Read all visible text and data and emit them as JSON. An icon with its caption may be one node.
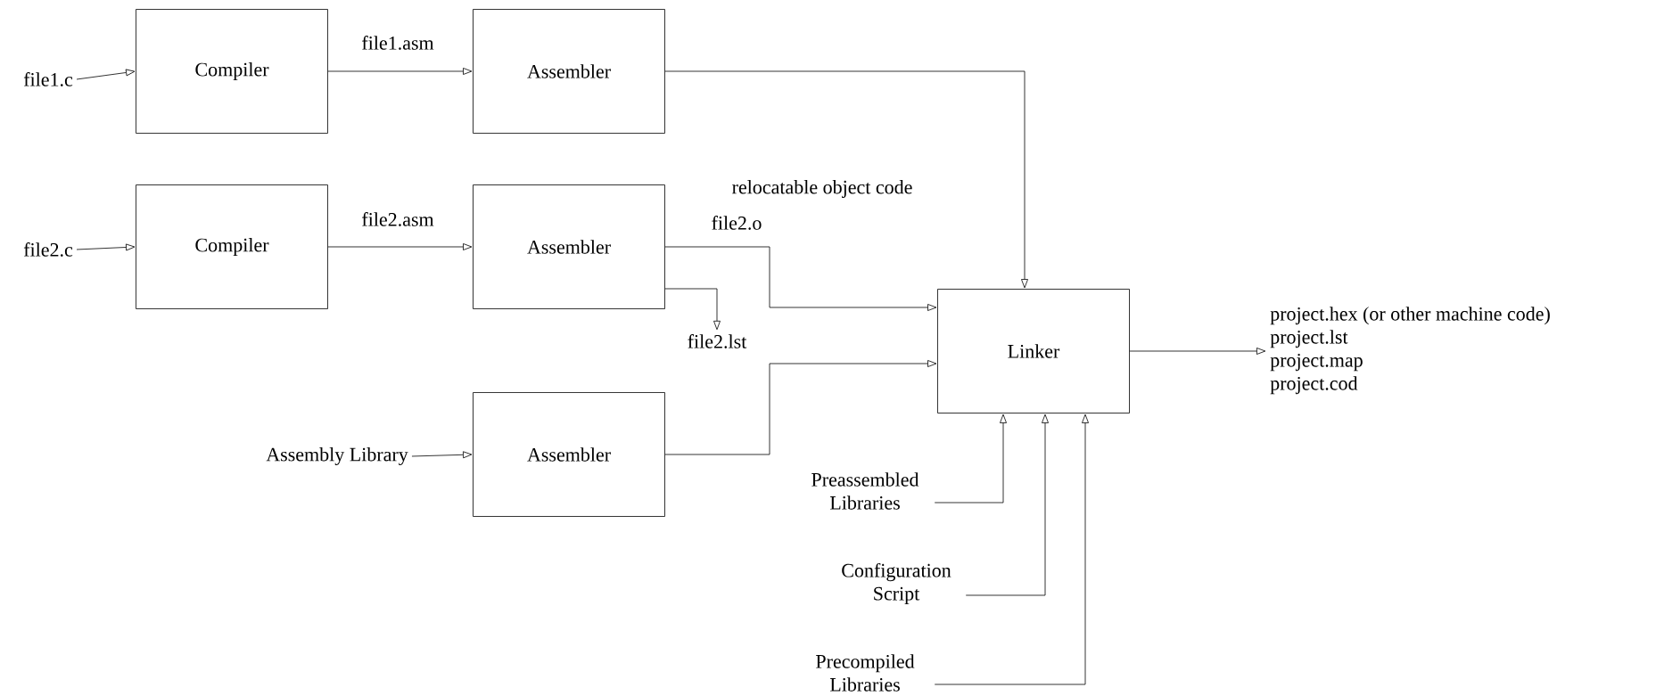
{
  "diagram": {
    "nodes": [
      {
        "text": [
          "file1.c"
        ]
      },
      {
        "text": [
          "Compiler"
        ]
      },
      {
        "text": [
          "Assembler"
        ]
      },
      {
        "text": [
          "file2.c"
        ]
      },
      {
        "text": [
          "Compiler"
        ]
      },
      {
        "text": [
          "Assembler"
        ]
      },
      {
        "text": [
          "file2.lst"
        ]
      },
      {
        "text": [
          "Linker"
        ]
      },
      {
        "text": [
          "project.hex (or other machine code)",
          "project.lst",
          "project.map",
          "project.cod"
        ]
      },
      {
        "text": [
          "Assembly Library"
        ]
      },
      {
        "text": [
          "Assembler"
        ]
      },
      {
        "text": [
          "Preassembled Libraries"
        ]
      },
      {
        "text": [
          "Configuration Script"
        ]
      },
      {
        "text": [
          "Precompiled Libraries"
        ]
      }
    ],
    "edges": [
      {
        "from": 0,
        "to": 1,
        "arrow": "to"
      },
      {
        "from": 1,
        "to": 2,
        "arrow": "to",
        "label": "file1.asm"
      },
      {
        "from": 2,
        "to": 7,
        "arrow": "to"
      },
      {
        "from": 3,
        "to": 4,
        "arrow": "to"
      },
      {
        "from": 4,
        "to": 5,
        "arrow": "to",
        "label": "file2.asm"
      },
      {
        "from": 5,
        "to": 7,
        "arrow": "to",
        "label": "file2.o"
      },
      {
        "from": 5,
        "to": 6,
        "arrow": "to"
      },
      {
        "from": 9,
        "to": 10,
        "arrow": "to"
      },
      {
        "from": 10,
        "to": 7,
        "arrow": "to"
      },
      {
        "from": 7,
        "to": 8,
        "arrow": "to"
      },
      {
        "from": 11,
        "to": 7,
        "arrow": "to"
      },
      {
        "from": 12,
        "to": 7,
        "arrow": "to"
      },
      {
        "from": 13,
        "to": 7,
        "arrow": "to"
      }
    ],
    "labels": [
      "relocatable object code"
    ]
  }
}
